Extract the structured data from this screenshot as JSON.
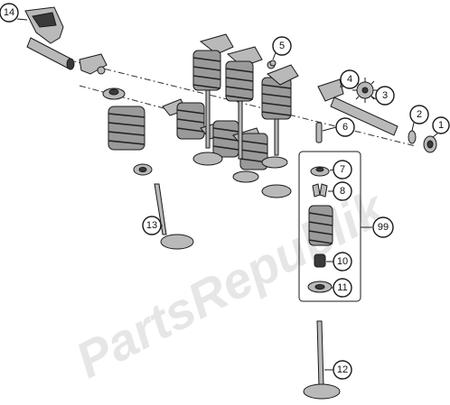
{
  "watermark": "PartsRepublik",
  "colors": {
    "line": "#1a1a1a",
    "part_fill": "#b9b9b9",
    "spring_fill": "#9a9a9a",
    "watermark": "#e6e6e6"
  },
  "callouts": {
    "c1": "1",
    "c2": "2",
    "c3": "3",
    "c4": "4",
    "c5": "5",
    "c6": "6",
    "c7": "7",
    "c8": "8",
    "c10": "10",
    "c11": "11",
    "c12": "12",
    "c13": "13",
    "c14": "14",
    "c99": "99"
  },
  "icons": {
    "gear": "gear-icon"
  }
}
